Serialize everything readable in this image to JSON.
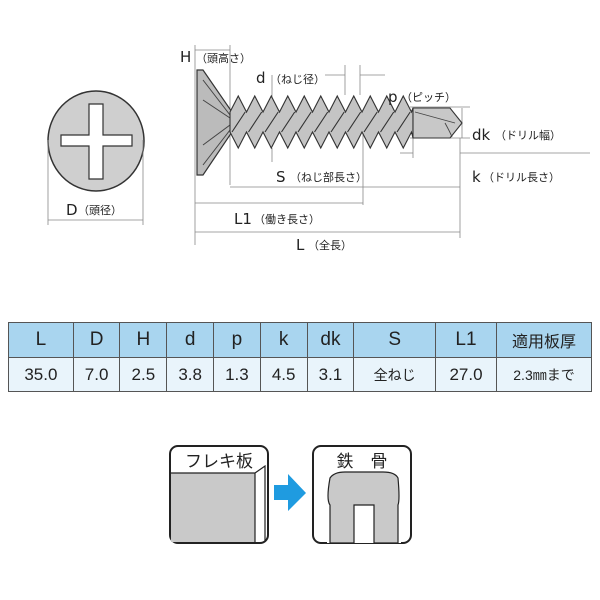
{
  "diagram": {
    "labels": {
      "H": "H",
      "H_jp": "（頭高さ）",
      "d": "d",
      "d_jp": "（ねじ径）",
      "p": "p",
      "p_jp": "（ピッチ）",
      "dk": "dk",
      "dk_jp": "（ドリル幅）",
      "k": "k",
      "k_jp": "（ドリル長さ）",
      "S": "S",
      "S_jp": "（ねじ部長さ）",
      "L1": "L1",
      "L1_jp": "（働き長さ）",
      "L": "L",
      "L_jp": "（全長）",
      "D": "D",
      "D_jp": "（頭径）"
    }
  },
  "spec_table": {
    "headers": [
      "L",
      "D",
      "H",
      "d",
      "p",
      "k",
      "dk",
      "S",
      "L1",
      "適用板厚"
    ],
    "row": [
      "35.0",
      "7.0",
      "2.5",
      "3.8",
      "1.3",
      "4.5",
      "3.1",
      "全ねじ",
      "27.0",
      "2.3㎜まで"
    ]
  },
  "usage": {
    "from_label": "フレキ板",
    "to_label": "鉄　骨",
    "arrow_color": "#1f9be0"
  }
}
